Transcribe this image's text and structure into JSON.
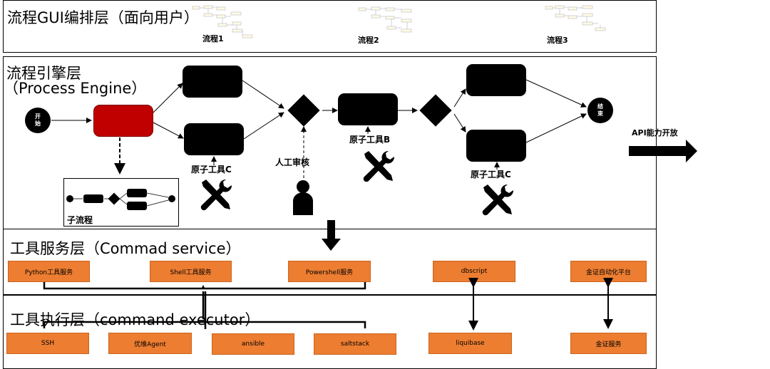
{
  "colors": {
    "accent_red": "#c00000",
    "service_orange": "#ed7d31",
    "black": "#000000"
  },
  "gui_layer": {
    "title": "流程GUI编排层（面向用户）",
    "flows": [
      {
        "label": "流程1"
      },
      {
        "label": "流程2"
      },
      {
        "label": "流程3"
      }
    ]
  },
  "engine_layer": {
    "title_line1": "流程引擎层",
    "title_line2": "（Process Engine）",
    "start_label_1": "开",
    "start_label_2": "始",
    "end_label_1": "结",
    "end_label_2": "束",
    "tool_c_label": "原子工具C",
    "manual_review_label": "人工审核",
    "tool_b_label": "原子工具B",
    "tool_c2_label": "原子工具C",
    "subflow_label": "子流程",
    "api_label": "API能力开放",
    "icons": [
      "wrench-screwdriver-icon",
      "person-icon",
      "arrow-right-icon"
    ]
  },
  "service_layer": {
    "title": "工具服务层（Commad service）",
    "services": [
      {
        "label": "Python工具服务"
      },
      {
        "label": "Shell工具服务"
      },
      {
        "label": "Powershell服务"
      },
      {
        "label": "dbscript"
      },
      {
        "label": "金证自动化平台"
      }
    ]
  },
  "executor_layer": {
    "title": "工具执行层（command executor）",
    "executors": [
      {
        "label": "SSH"
      },
      {
        "label": "优维Agent"
      },
      {
        "label": "ansible"
      },
      {
        "label": "saltstack"
      },
      {
        "label": "liquibase"
      },
      {
        "label": "金证服务"
      }
    ]
  }
}
